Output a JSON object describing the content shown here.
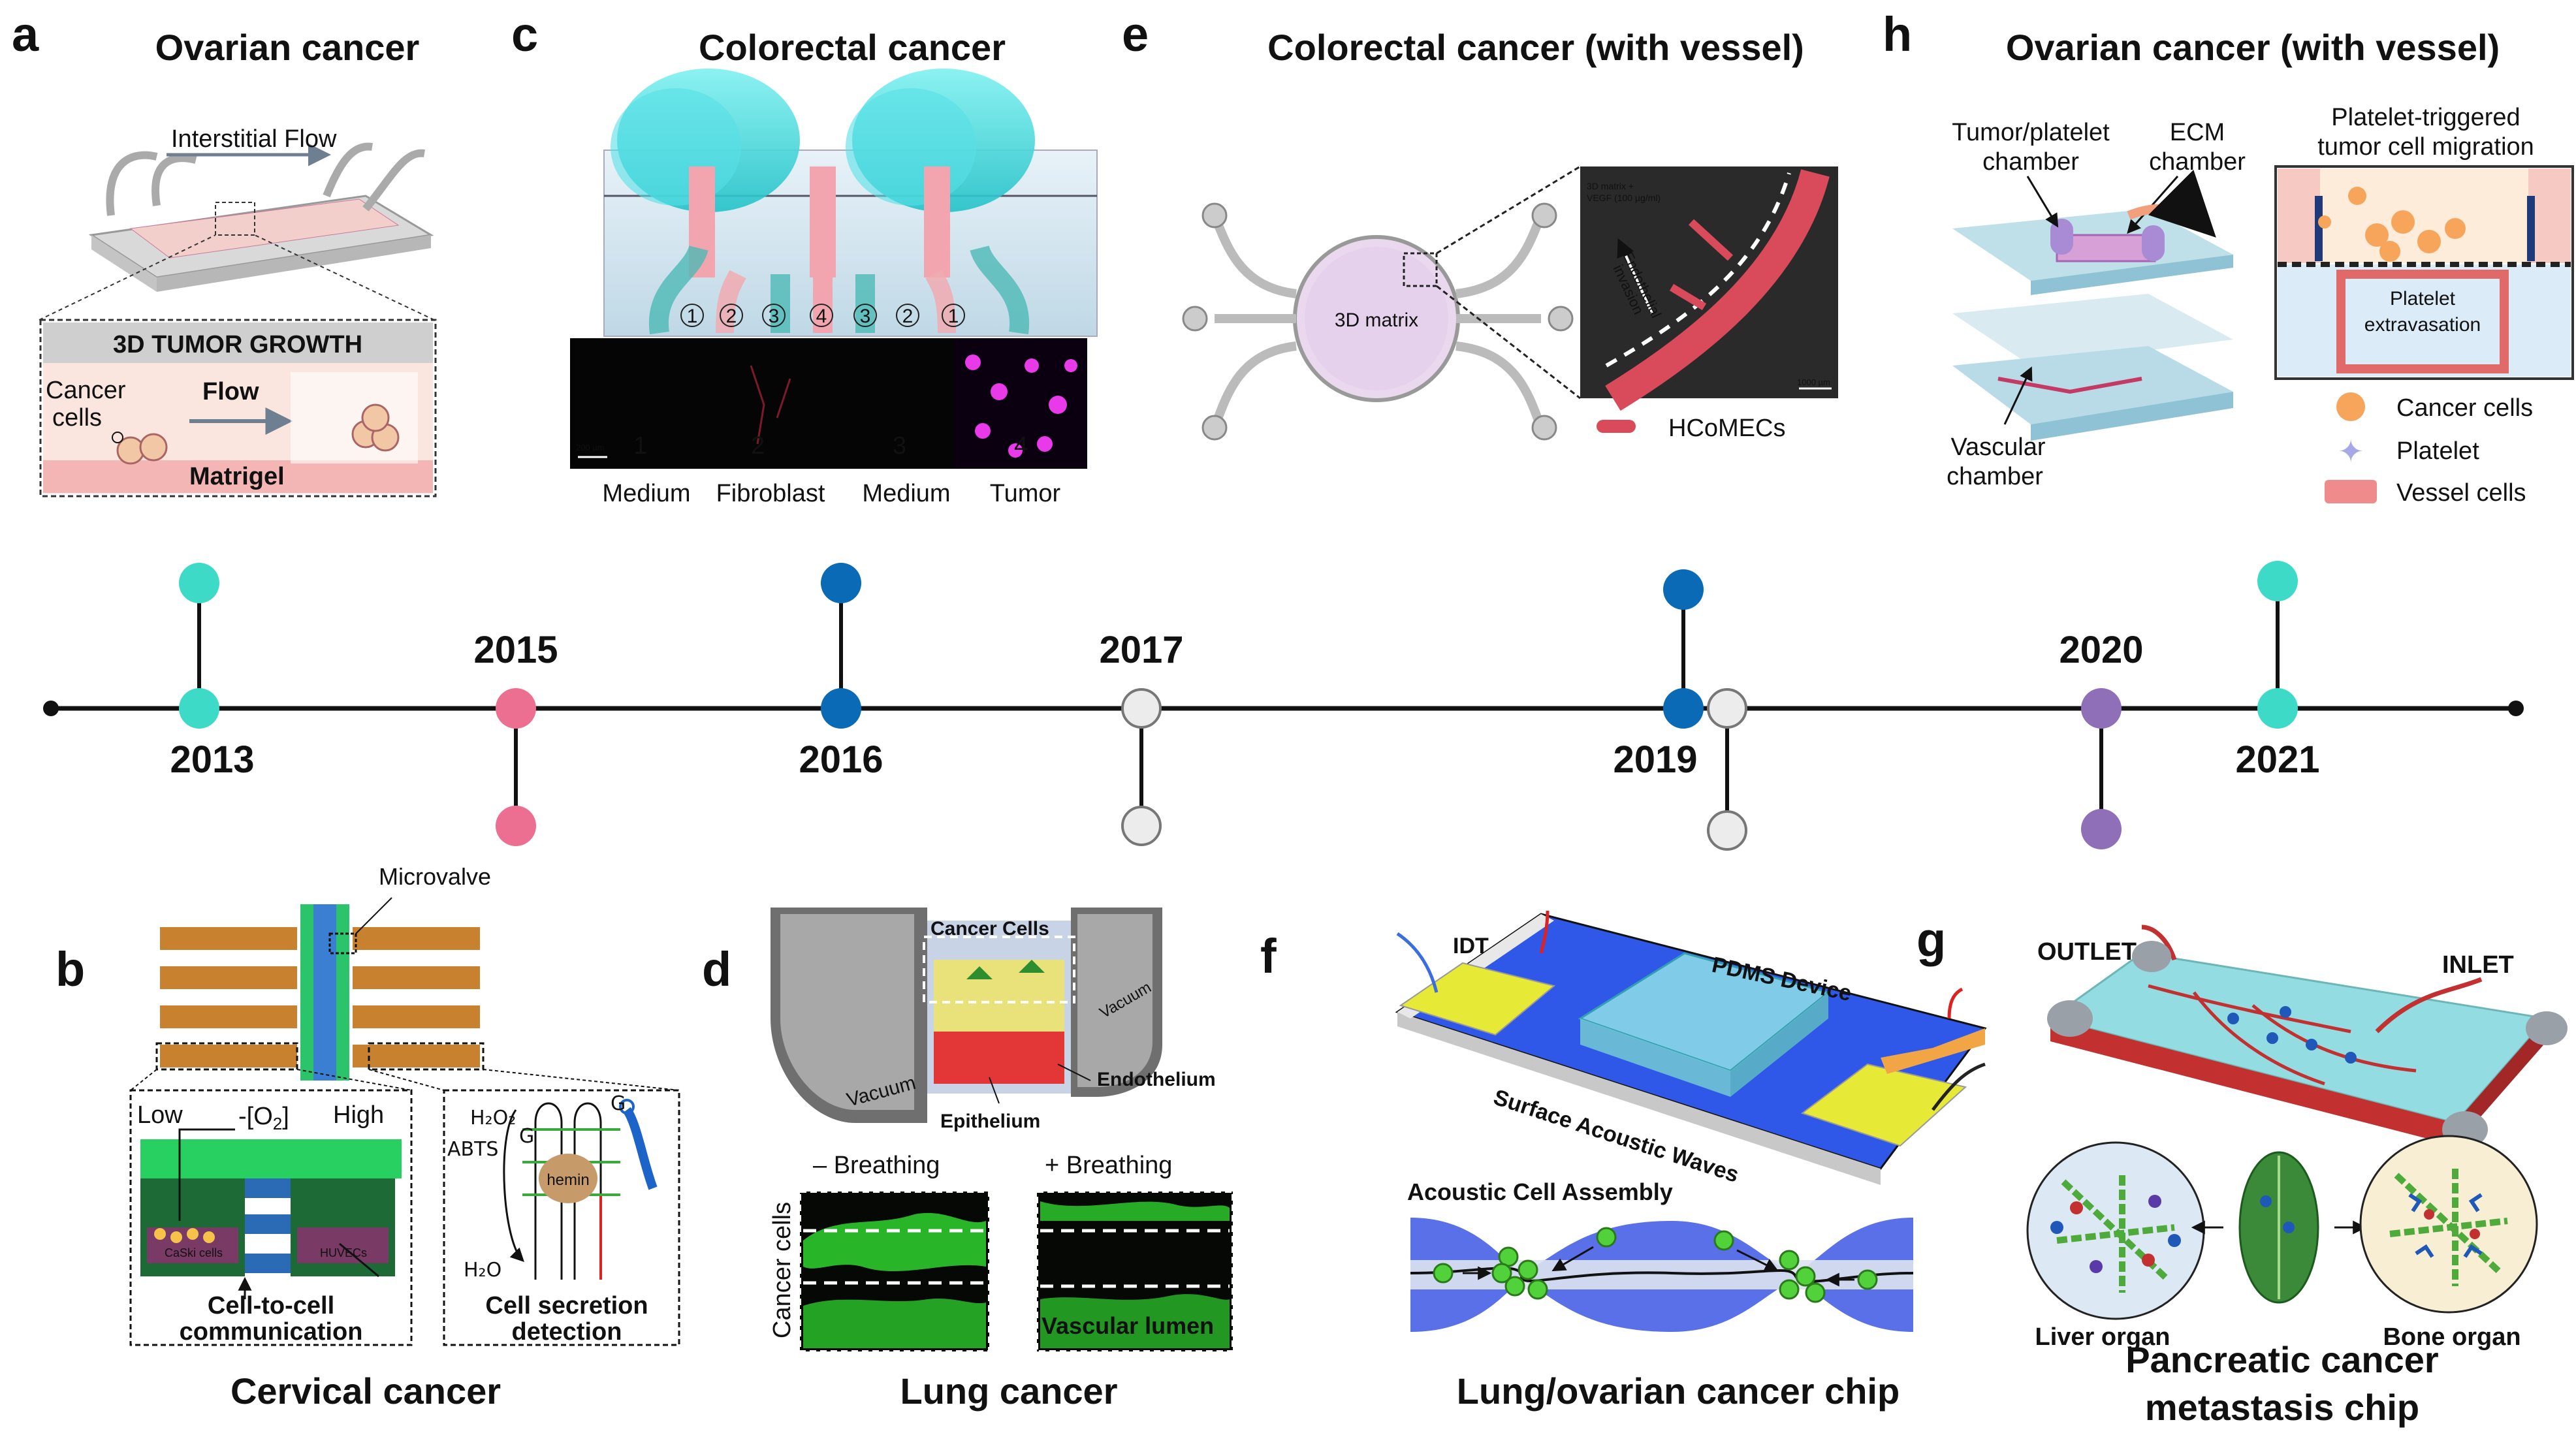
{
  "colors": {
    "cyan": "#3ddbc7",
    "blue": "#0a6ab5",
    "pink": "#ec6f91",
    "white_node": "#ececec",
    "purple": "#8f6fb8",
    "axis": "#111111"
  },
  "timeline": {
    "years": [
      "2013",
      "2015",
      "2016",
      "2017",
      "2019",
      "2020",
      "2021"
    ]
  },
  "panels": {
    "a": {
      "letter": "a",
      "title": "Ovarian cancer",
      "flow_label": "Interstitial Flow",
      "box_title": "3D TUMOR GROWTH",
      "cells_label_1": "Cancer",
      "cells_label_2": "cells",
      "flow_arrow": "Flow",
      "matrigel": "Matrigel"
    },
    "b": {
      "letter": "b",
      "title": "Cervical cancer",
      "microvalve": "Microvalve",
      "low": "Low",
      "o2": "-[O",
      "o2_sub": "2",
      "o2_close": "]",
      "high": "High",
      "caski": "CaSki cells",
      "huvecs": "HUVECs",
      "comm_1": "Cell-to-cell",
      "comm_2": "communication",
      "secr_1": "Cell secretion",
      "secr_2": "detection",
      "h2o2": "H₂O₂",
      "abts": "ABTS",
      "h2o": "H₂O",
      "hemin": "hemin",
      "g": "G"
    },
    "c": {
      "letter": "c",
      "title": "Colorectal cancer",
      "channel_numbers": [
        "1",
        "2",
        "3",
        "4",
        "3",
        "2",
        "1"
      ],
      "region_numbers": [
        "1",
        "2",
        "3",
        "4"
      ],
      "region_labels": [
        "Medium",
        "Fibroblast",
        "Medium",
        "Tumor"
      ],
      "scale": "200 µm"
    },
    "d": {
      "letter": "d",
      "title": "Lung cancer",
      "cancer_cells": "Cancer Cells",
      "vacuum": "Vacuum",
      "endothelium": "Endothelium",
      "epithelium": "Epithelium",
      "minus_breathing": "– Breathing",
      "plus_breathing": "+ Breathing",
      "side_label": "Cancer cells",
      "vascular_lumen": "Vascular lumen"
    },
    "e": {
      "letter": "e",
      "title": "Colorectal cancer (with vessel)",
      "matrix": "3D matrix",
      "micro_label_1": "3D matrix +",
      "micro_label_2": "VEGF (100 µg/ml)",
      "invasion_1": "Endothelial",
      "invasion_2": "invasion",
      "scale": "1000 µm",
      "legend": "HCoMECs"
    },
    "f": {
      "letter": "f",
      "title": "Lung/ovarian cancer chip",
      "idt": "IDT",
      "pdms": "PDMS Device",
      "saw": "Surface Acoustic Waves",
      "assembly": "Acoustic Cell Assembly"
    },
    "g": {
      "letter": "g",
      "title_1": "Pancreatic cancer",
      "title_2": "metastasis chip",
      "outlet": "OUTLET",
      "inlet": "INLET",
      "liver": "Liver organ",
      "bone": "Bone organ"
    },
    "h": {
      "letter": "h",
      "title": "Ovarian cancer (with vessel)",
      "tp_chamber_1": "Tumor/platelet",
      "tp_chamber_2": "chamber",
      "ecm_1": "ECM",
      "ecm_2": "chamber",
      "vascular_1": "Vascular",
      "vascular_2": "chamber",
      "migration_1": "Platelet-triggered",
      "migration_2": "tumor cell migration",
      "extrav_1": "Platelet",
      "extrav_2": "extravasation",
      "legend_cancer": "Cancer cells",
      "legend_platelet": "Platelet",
      "legend_vessel": "Vessel cells"
    }
  }
}
